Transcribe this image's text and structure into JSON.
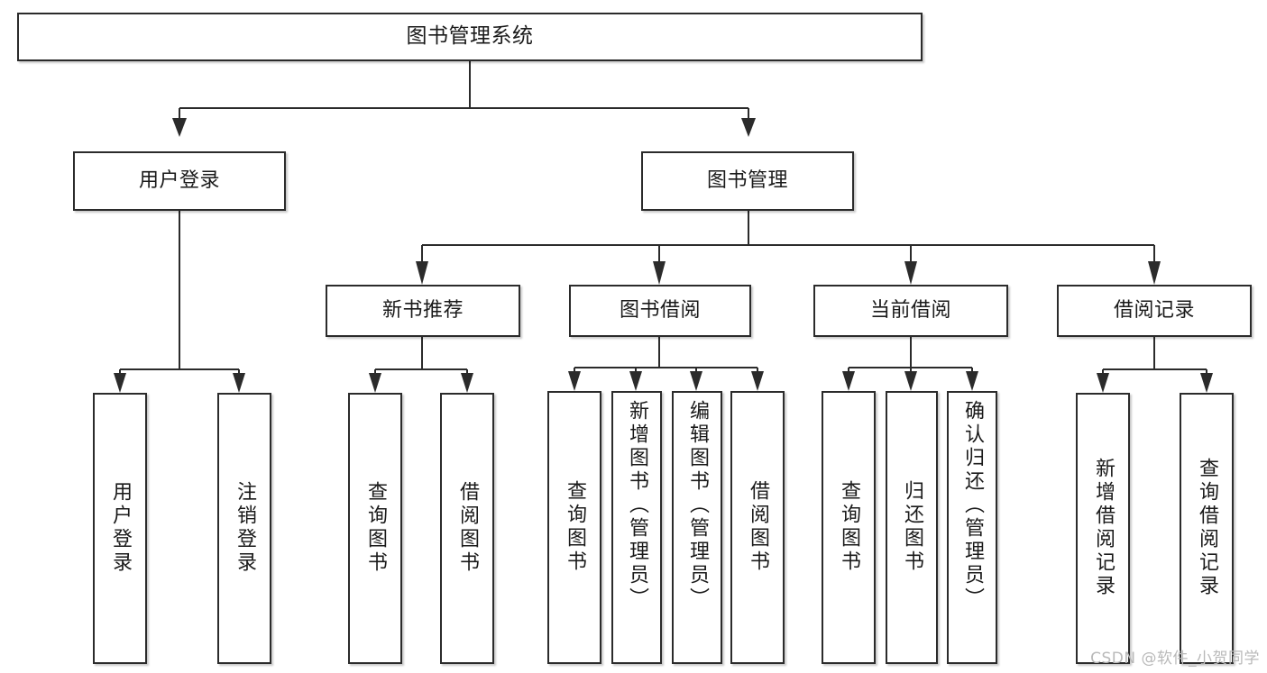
{
  "diagram": {
    "type": "tree",
    "title": "图书管理系统",
    "root": {
      "id": "root",
      "label": "图书管理系统"
    },
    "level2": [
      {
        "id": "user-login",
        "label": "用户登录"
      },
      {
        "id": "book-management",
        "label": "图书管理"
      }
    ],
    "level3": [
      {
        "id": "new-book-recommend",
        "label": "新书推荐",
        "parent": "book-management"
      },
      {
        "id": "book-borrow",
        "label": "图书借阅",
        "parent": "book-management"
      },
      {
        "id": "current-borrow",
        "label": "当前借阅",
        "parent": "book-management"
      },
      {
        "id": "borrow-record",
        "label": "借阅记录",
        "parent": "book-management"
      }
    ],
    "leaves": [
      {
        "id": "leaf-user-login",
        "label": "用户登录",
        "parent": "user-login"
      },
      {
        "id": "leaf-logout",
        "label": "注销登录",
        "parent": "user-login"
      },
      {
        "id": "leaf-query-book-1",
        "label": "查询图书",
        "parent": "new-book-recommend"
      },
      {
        "id": "leaf-borrow-book-1",
        "label": "借阅图书",
        "parent": "new-book-recommend"
      },
      {
        "id": "leaf-query-book-2",
        "label": "查询图书",
        "parent": "book-borrow"
      },
      {
        "id": "leaf-add-book",
        "label": "新增图书（管理员）",
        "parent": "book-borrow"
      },
      {
        "id": "leaf-edit-book",
        "label": "编辑图书（管理员）",
        "parent": "book-borrow"
      },
      {
        "id": "leaf-borrow-book-2",
        "label": "借阅图书",
        "parent": "book-borrow"
      },
      {
        "id": "leaf-query-book-3",
        "label": "查询图书",
        "parent": "current-borrow"
      },
      {
        "id": "leaf-return-book",
        "label": "归还图书",
        "parent": "current-borrow"
      },
      {
        "id": "leaf-confirm-return",
        "label": "确认归还（管理员）",
        "parent": "current-borrow"
      },
      {
        "id": "leaf-add-record",
        "label": "新增借阅记录",
        "parent": "borrow-record"
      },
      {
        "id": "leaf-query-record",
        "label": "查询借阅记录",
        "parent": "borrow-record"
      }
    ]
  },
  "watermark": {
    "text": "CSDN @软件_小贺同学"
  },
  "colors": {
    "box_border": "#2b2b2b",
    "box_fill": "#ffffff",
    "connector": "#2b2b2b",
    "text": "#1a1a1a",
    "watermark": "#b9b9b9",
    "background": "#ffffff"
  }
}
